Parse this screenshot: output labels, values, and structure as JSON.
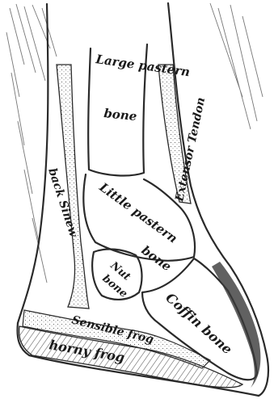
{
  "labels": {
    "large_pastern": [
      "Large pastern",
      "bone"
    ],
    "extensor_tendon": "Extensor Tendon",
    "back_sinew": "back Sinew",
    "little_pastern": [
      "Little pastern",
      "bone"
    ],
    "nut_bone": [
      "Nut",
      "bone"
    ],
    "coffin_bone": "Coffin bone",
    "sensible_frog": "Sensible frog",
    "horny_frog": "horny frog"
  }
}
